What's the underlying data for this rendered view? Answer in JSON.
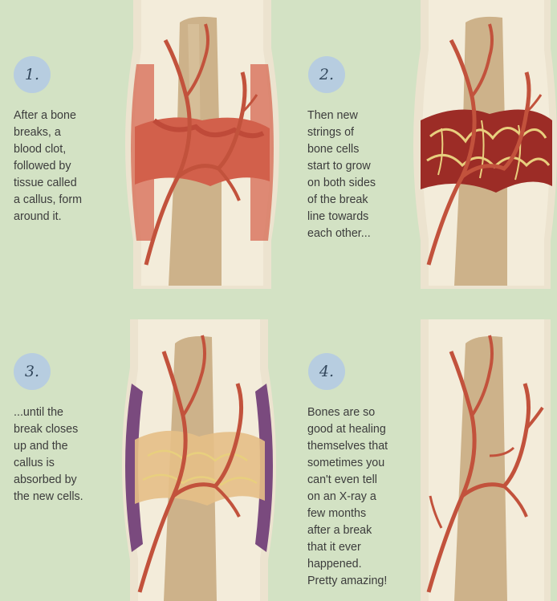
{
  "steps": [
    {
      "number": "1.",
      "lines": [
        "After a bone",
        "breaks, a",
        "blood clot,",
        "followed by",
        "tissue called",
        "a callus, form",
        "around it."
      ]
    },
    {
      "number": "2.",
      "lines": [
        "Then new",
        "strings of",
        "bone cells",
        "start to grow",
        "on both sides",
        "of the break",
        "line towards",
        "each other..."
      ]
    },
    {
      "number": "3.",
      "lines": [
        "...until the",
        "break closes",
        "up and the",
        "callus is",
        "absorbed by",
        "the new cells."
      ]
    },
    {
      "number": "4.",
      "lines": [
        "Bones are so",
        "good at healing",
        "themselves that",
        "sometimes you",
        "can't even tell",
        "on an X-ray a",
        "few months",
        "after a break",
        "that it ever",
        "happened.",
        "Pretty amazing!"
      ]
    }
  ],
  "colors": {
    "background": "#d3e2c4",
    "badge": "#b7cde0",
    "bone": "#cdb28a",
    "marrow_panel": "#f2ead6",
    "vessel": "#c2523c",
    "clot": "#d8705a",
    "dark_clot": "#9c2c26",
    "cell_strings": "#e8cf7e",
    "callus": "#e6bf86",
    "purple_callus": "#7a4a7e"
  }
}
